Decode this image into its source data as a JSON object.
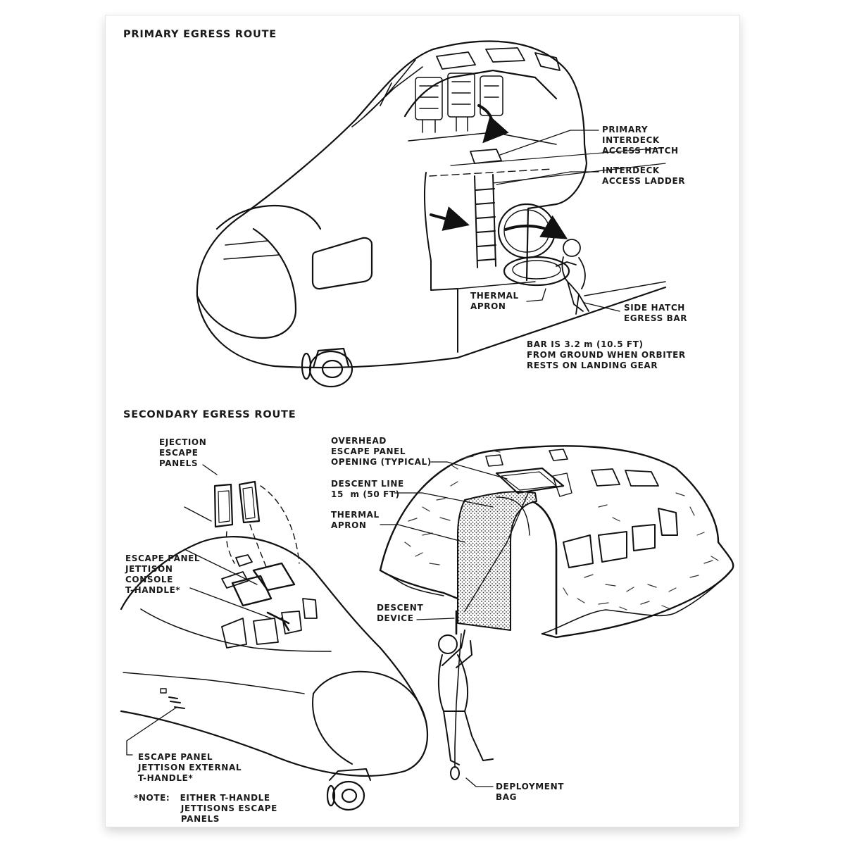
{
  "sections": {
    "primary_title": "PRIMARY EGRESS ROUTE",
    "secondary_title": "SECONDARY EGRESS ROUTE"
  },
  "labels": {
    "primary_hatch": "PRIMARY\nINTERDECK\nACCESS HATCH",
    "ladder": "INTERDECK\nACCESS LADDER",
    "thermal_apron_1": "THERMAL\nAPRON",
    "side_hatch_bar": "SIDE HATCH\nEGRESS BAR",
    "bar_note": "BAR IS 3.2 m (10.5 FT)\nFROM GROUND WHEN ORBITER\nRESTS ON LANDING GEAR",
    "ejection_panels": "EJECTION\nESCAPE\nPANELS",
    "overhead_panel": "OVERHEAD\nESCAPE PANEL\nOPENING (TYPICAL)",
    "descent_line": "DESCENT LINE\n15  m (50 FT)",
    "thermal_apron_2": "THERMAL\nAPRON",
    "console_t_handle": "ESCAPE PANEL\nJETTISON\nCONSOLE\nT-HANDLE*",
    "descent_device": "DESCENT\nDEVICE",
    "external_t_handle": "ESCAPE PANEL\nJETTISON EXTERNAL\nT-HANDLE*",
    "note": "*NOTE:   EITHER T-HANDLE\n              JETTISONS ESCAPE\n              PANELS",
    "deployment_bag": "DEPLOYMENT\nBAG"
  }
}
